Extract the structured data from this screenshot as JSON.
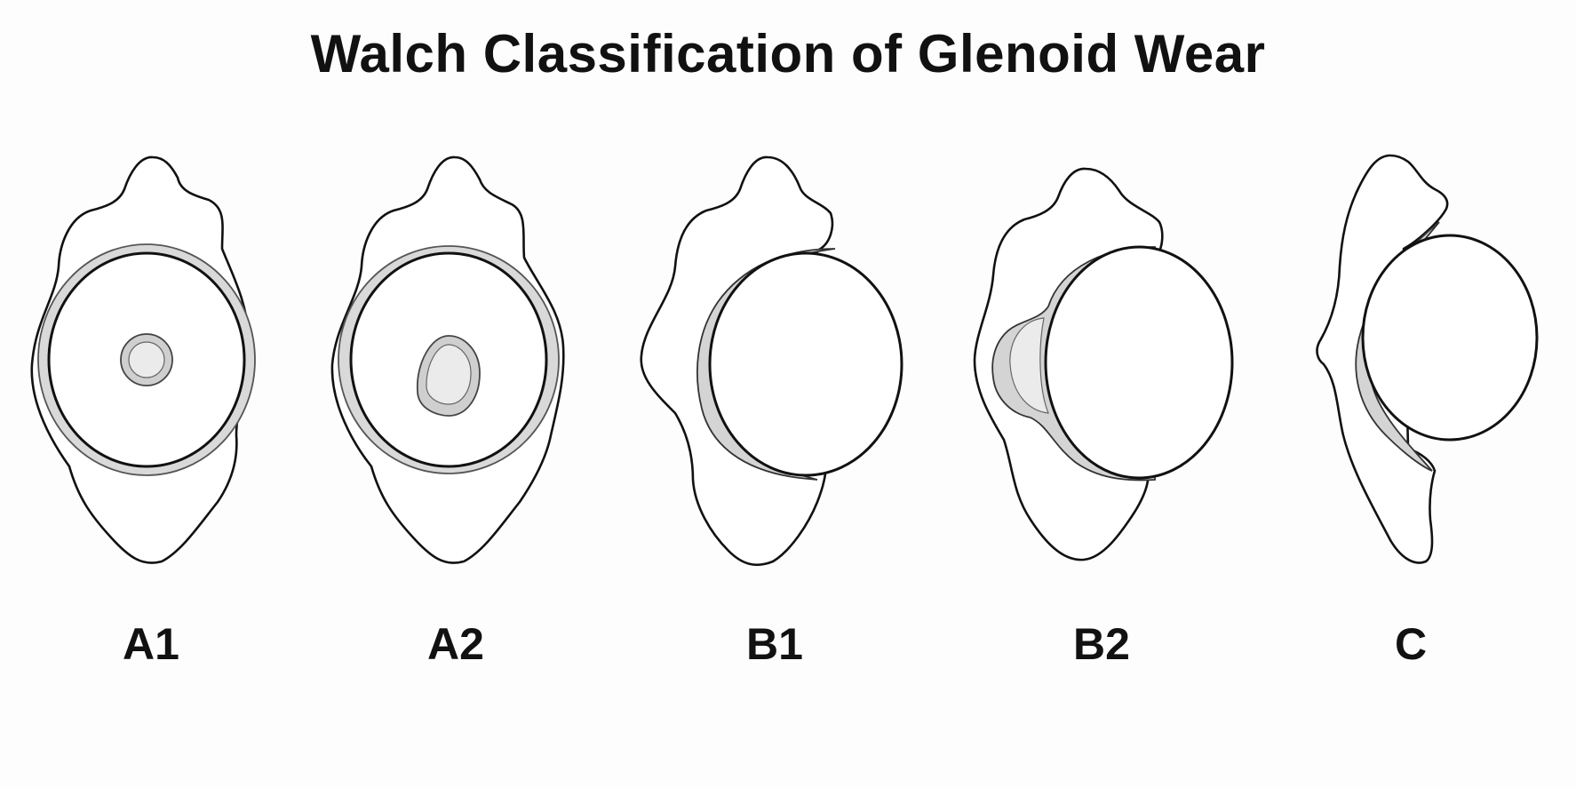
{
  "title": "Walch Classification of Glenoid Wear",
  "types": [
    {
      "label": "A1"
    },
    {
      "label": "A2"
    },
    {
      "label": "B1"
    },
    {
      "label": "B2"
    },
    {
      "label": "C"
    }
  ],
  "colors": {
    "outline": "#111111",
    "shading": "#d4d4d4",
    "background": "#fdfdfd"
  }
}
